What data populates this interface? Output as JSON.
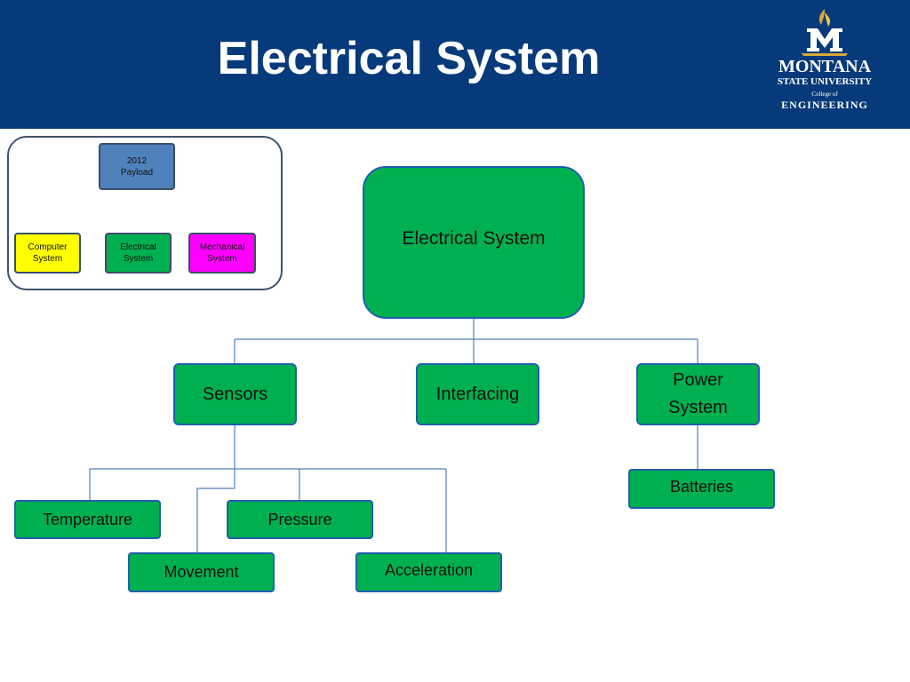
{
  "slide": {
    "title": "Electrical System"
  },
  "logo": {
    "name": "MONTANA",
    "sub": "STATE UNIVERSITY",
    "college": "College of",
    "engineering": "ENGINEERING"
  },
  "inset": {
    "root": "2012\nPayload",
    "children": [
      "Computer\nSystem",
      "Electrical\nSystem",
      "Mechanical\nSystem"
    ]
  },
  "diagram": {
    "root": "Electrical System",
    "level1": [
      "Sensors",
      "Interfacing",
      "Power\nSystem"
    ],
    "sensors_children": [
      "Temperature",
      "Movement",
      "Pressure",
      "Acceleration"
    ],
    "power_children": [
      "Batteries"
    ]
  },
  "colors": {
    "header": "#063a7a",
    "node_fill": "#00b050",
    "node_border": "#1f5fae",
    "connector": "#4f81bd",
    "payload": "#4f81bd",
    "computer": "#ffff00",
    "mechanical": "#ff00ff"
  }
}
